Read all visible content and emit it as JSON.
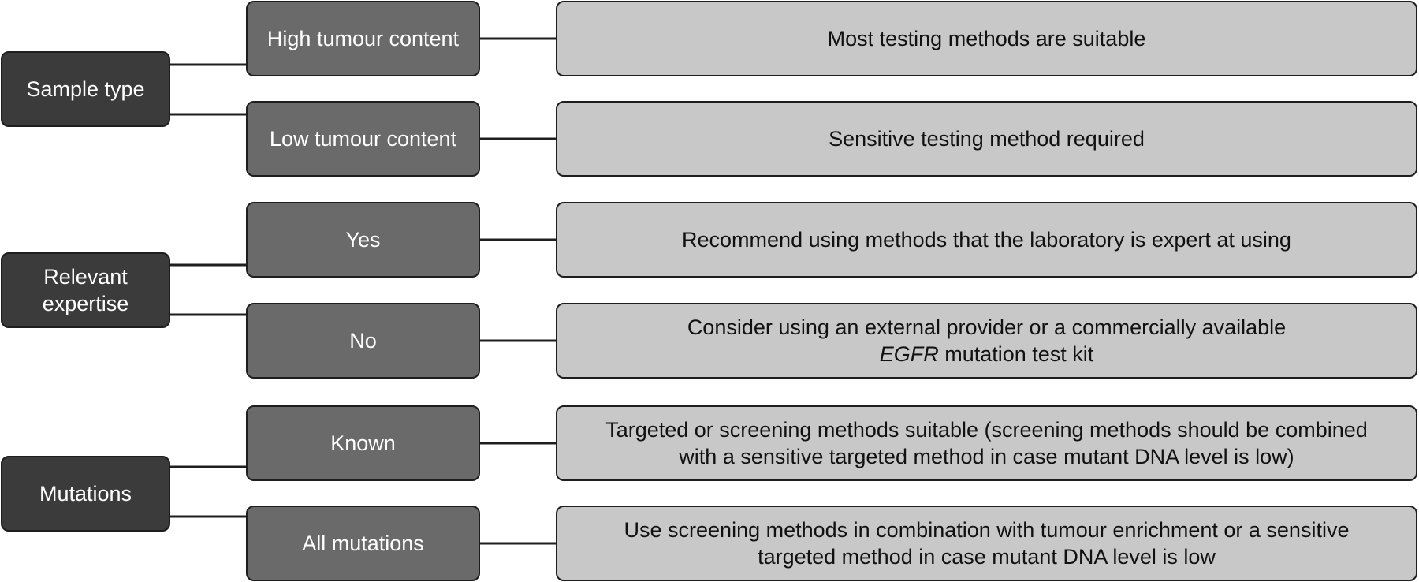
{
  "groups": [
    {
      "category": "Sample type",
      "options": [
        {
          "label": "High tumour content",
          "result": [
            "Most testing methods are suitable"
          ]
        },
        {
          "label": "Low tumour content",
          "result": [
            "Sensitive testing method required"
          ]
        }
      ]
    },
    {
      "category": "Relevant expertise",
      "options": [
        {
          "label": "Yes",
          "result": [
            "Recommend using methods that the laboratory is expert at using"
          ]
        },
        {
          "label": "No",
          "result": [
            "Consider using an external provider or a commercially available"
          ],
          "result_italic": "EGFR",
          "result_tail": " mutation test kit"
        }
      ]
    },
    {
      "category": "Mutations",
      "options": [
        {
          "label": "Known",
          "result": [
            "Targeted or screening methods suitable (screening methods should be combined",
            "with a sensitive targeted method in case mutant DNA level is low)"
          ]
        },
        {
          "label": "All mutations",
          "result": [
            "Use screening methods in combination with tumour enrichment or a sensitive",
            "targeted method in case mutant DNA level is low"
          ]
        }
      ]
    }
  ],
  "colors": {
    "category_fill": "#3b3b3b",
    "option_fill": "#6a6a6a",
    "result_fill": "#c8c8c8",
    "line": "#1e1e1e"
  }
}
